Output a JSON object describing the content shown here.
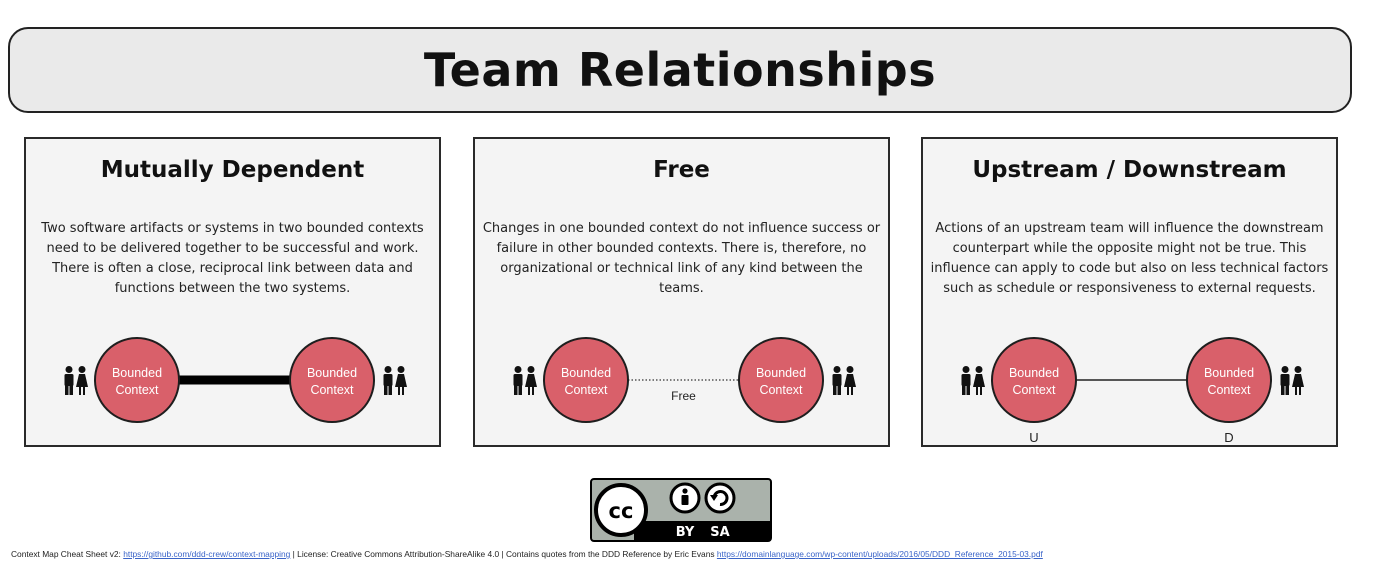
{
  "title": "Team Relationships",
  "panels": [
    {
      "heading": "Mutually Dependent",
      "description": "Two software artifacts or systems in two bounded contexts need to be delivered together to be successful and work. There is often a close, reciprocal link between data and functions between the two systems.",
      "left_node": [
        "Bounded",
        "Context"
      ],
      "right_node": [
        "Bounded",
        "Context"
      ],
      "connector": "thick",
      "connector_label": "",
      "left_tag": "",
      "right_tag": ""
    },
    {
      "heading": "Free",
      "description": "Changes in one bounded context do not influence success or failure in other bounded contexts. There is, therefore, no organizational or technical link of any kind between the teams.",
      "left_node": [
        "Bounded",
        "Context"
      ],
      "right_node": [
        "Bounded",
        "Context"
      ],
      "connector": "dotted",
      "connector_label": "Free",
      "left_tag": "",
      "right_tag": ""
    },
    {
      "heading": "Upstream / Downstream",
      "description": "Actions of an upstream team will influence the downstream counterpart while the opposite might not be true.  This influence can apply to code but also on less technical factors such as schedule or responsiveness to external requests.",
      "left_node": [
        "Bounded",
        "Context"
      ],
      "right_node": [
        "Bounded",
        "Context"
      ],
      "connector": "thin",
      "connector_label": "",
      "left_tag": "U",
      "right_tag": "D"
    }
  ],
  "license_badge": {
    "cc": "cc",
    "by": "BY",
    "sa": "SA"
  },
  "footer": {
    "prefix": "Context Map Cheat Sheet v2: ",
    "repo_link": "https://github.com/ddd-crew/context-mapping",
    "middle": " | License: Creative Commons Attribution-ShareAlike 4.0 | Contains quotes from the DDD Reference by Eric Evans ",
    "ref_link": "https://domainlanguage.com/wp-content/uploads/2016/05/DDD_Reference_2015-03.pdf"
  },
  "colors": {
    "node_fill": "#d9606a",
    "node_stroke": "#1e1e1e",
    "panel_bg": "#f4f4f4",
    "banner_bg": "#eaeaea",
    "link_color": "#3a64c8"
  }
}
